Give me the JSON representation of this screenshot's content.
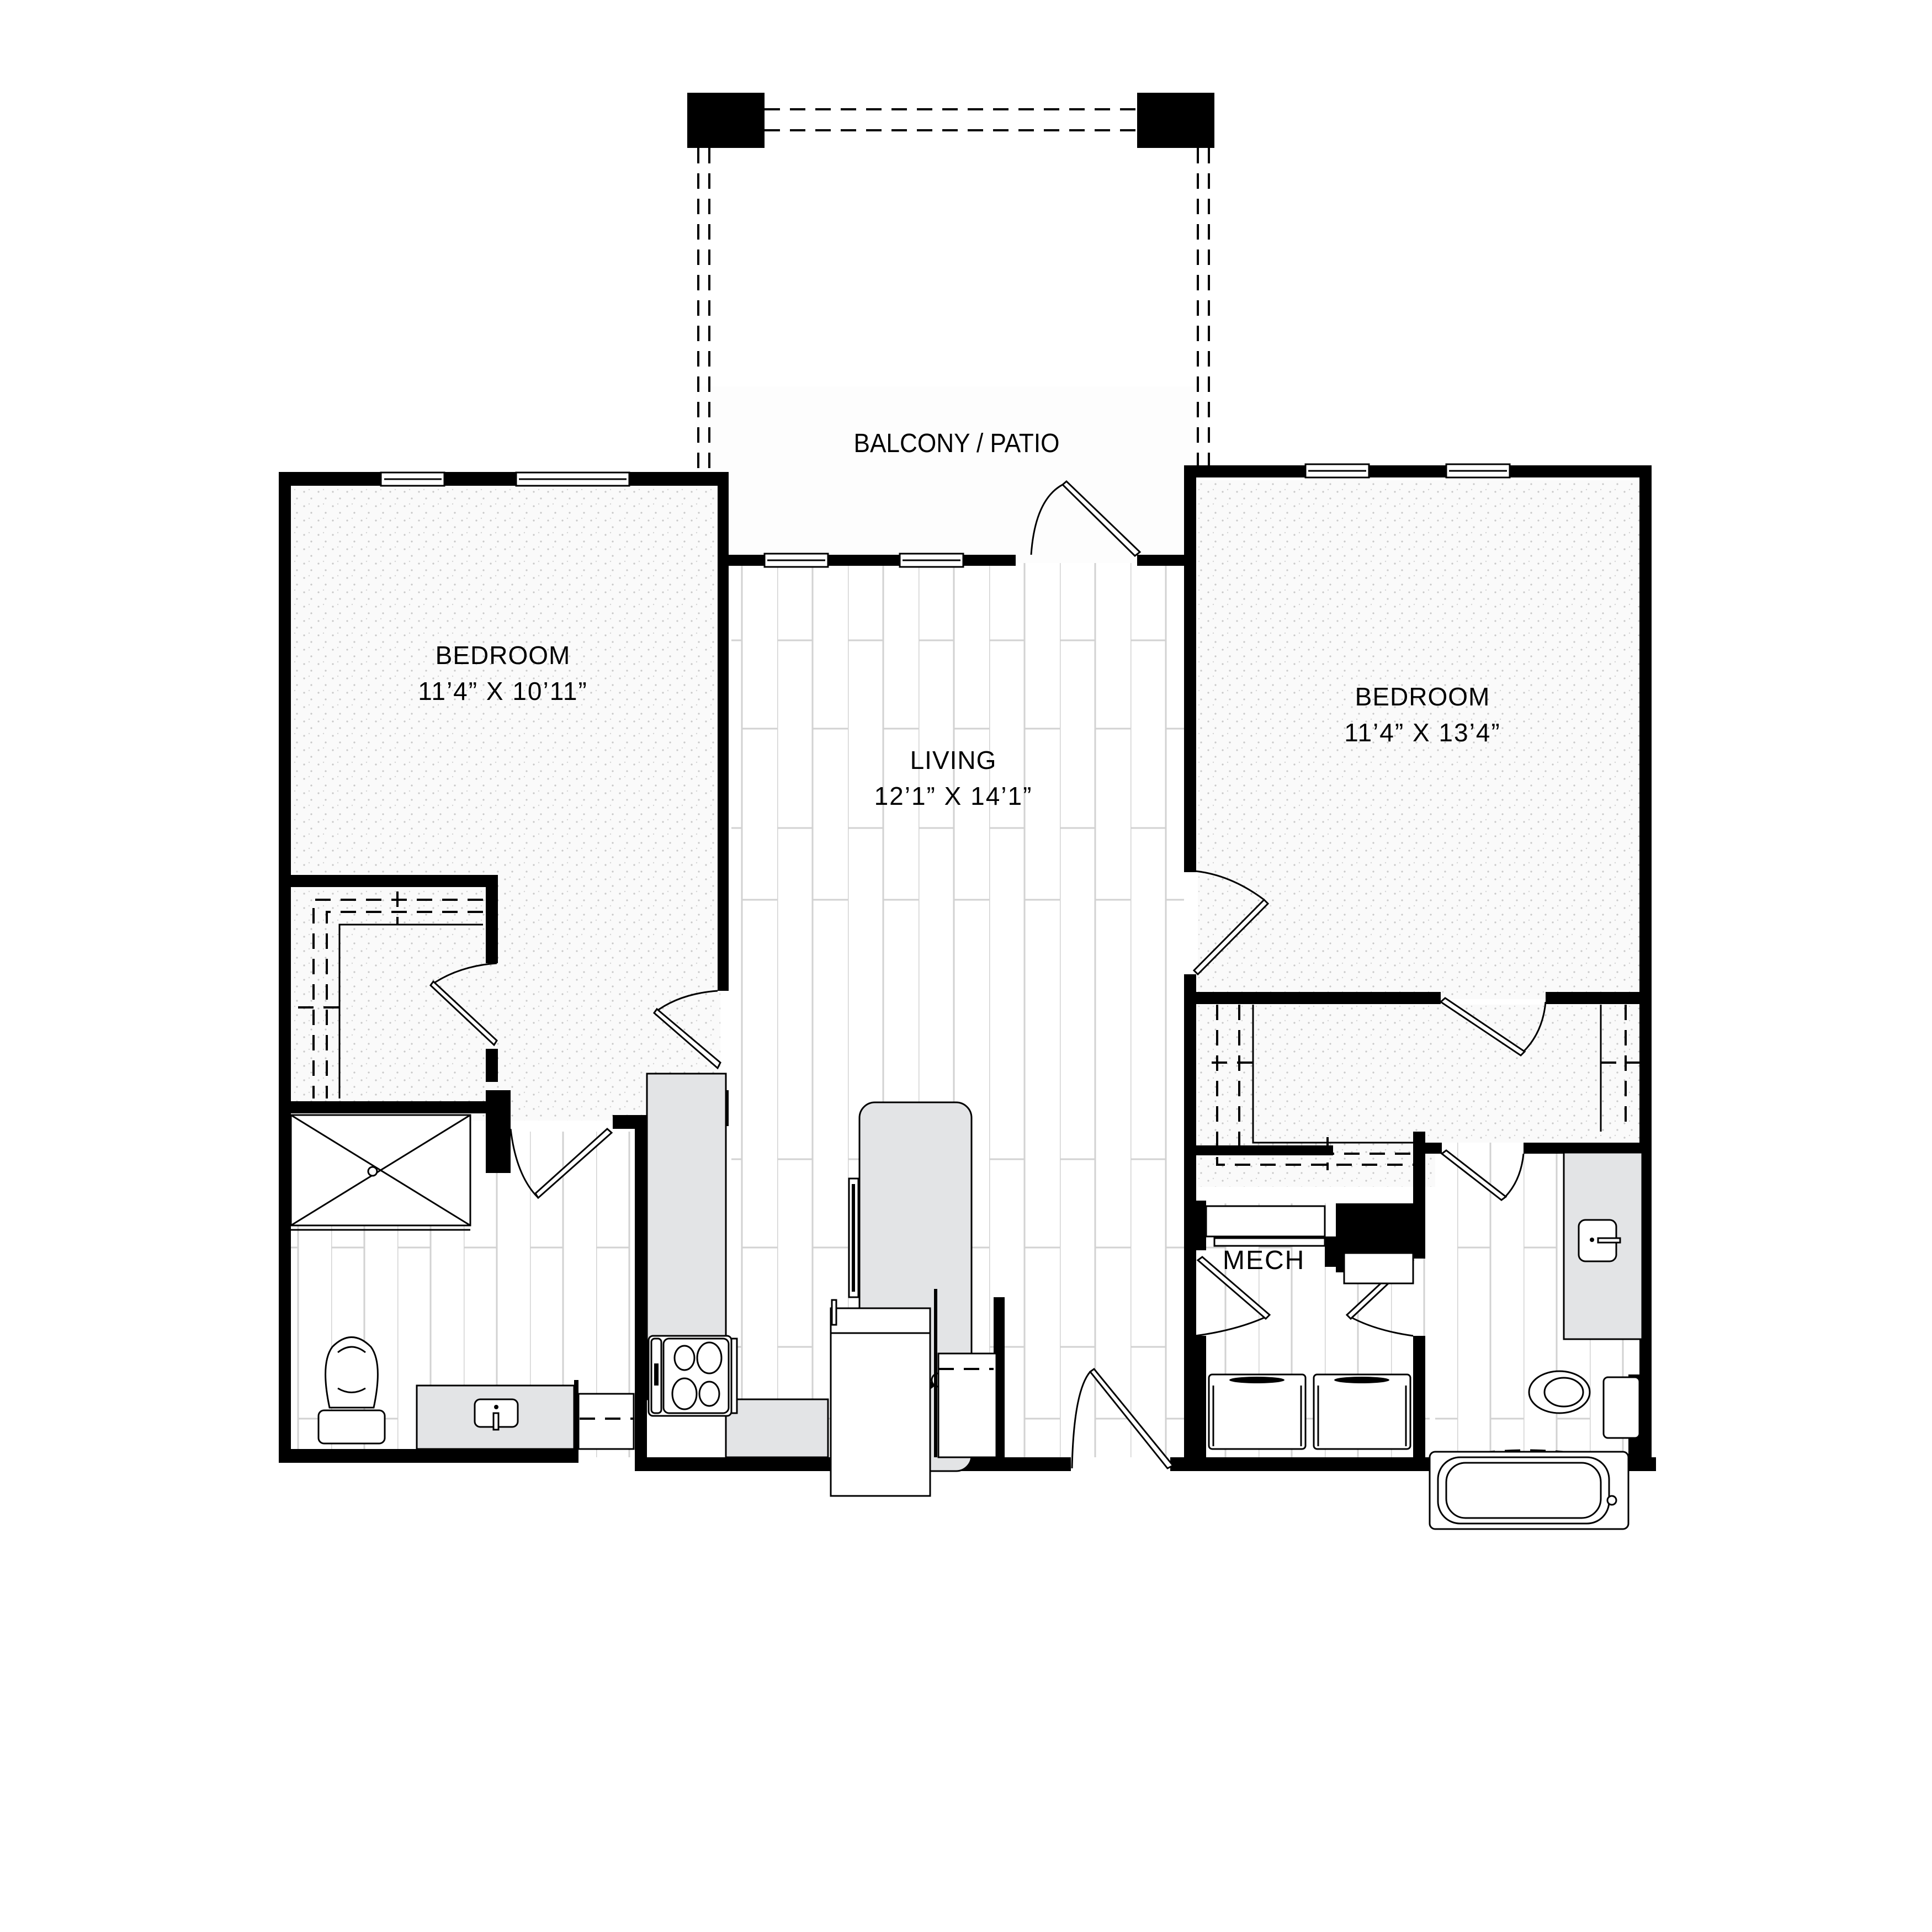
{
  "plan": {
    "background": "#ffffff",
    "wall_color": "#000000",
    "counter_color": "#e3e4e6",
    "carpet_color": "#f6f6f6",
    "plank_color": "#cfcfcf"
  },
  "rooms": {
    "balcony": {
      "name": "BALCONY / PATIO"
    },
    "bedroom_left": {
      "name": "BEDROOM",
      "dimensions": "11’4” X 10’11”"
    },
    "living": {
      "name": "LIVING",
      "dimensions": "12’1” X 14’1”"
    },
    "bedroom_right": {
      "name": "BEDROOM",
      "dimensions": "11’4” X 13’4”"
    },
    "mech": {
      "name": "MECH"
    }
  },
  "fixtures": {
    "icons": [
      "window-icon",
      "door-swing-icon",
      "closet-shelf-icon",
      "shower-icon",
      "toilet-icon",
      "bathroom-sink-icon",
      "kitchen-island-icon",
      "kitchen-sink-icon",
      "range-stove-icon",
      "dishwasher-icon",
      "refrigerator-icon",
      "washer-icon",
      "dryer-icon",
      "bathtub-icon"
    ]
  }
}
